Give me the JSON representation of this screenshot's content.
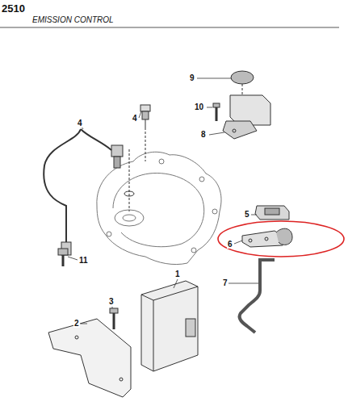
{
  "diagram": {
    "labels": [
      "2510",
      "EMISSION CONTROL",
      "9",
      "10",
      "8",
      "4",
      "4",
      "5",
      "6",
      "7",
      "1",
      "2",
      "3",
      "11"
    ]
  }
}
